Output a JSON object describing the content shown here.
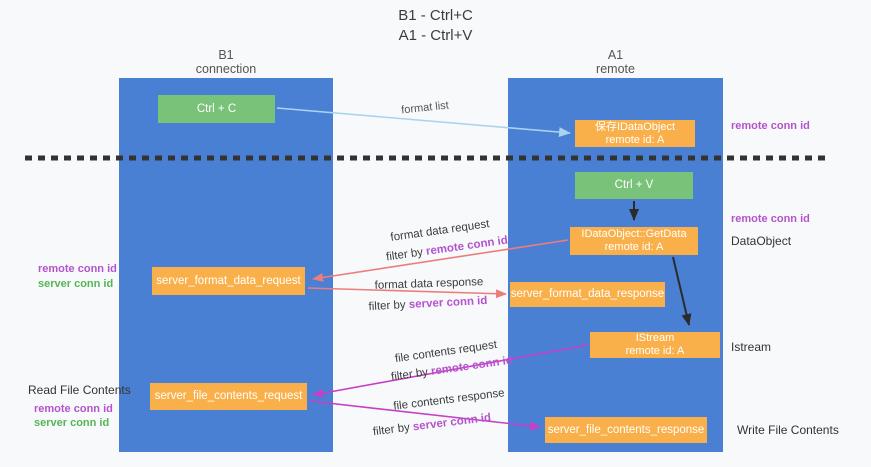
{
  "title": {
    "line1": "B1 - Ctrl+C",
    "line2": "A1 - Ctrl+V"
  },
  "lanes": {
    "b1": {
      "name": "B1",
      "role": "connection"
    },
    "a1": {
      "name": "A1",
      "role": "remote"
    }
  },
  "nodes": {
    "ctrl_c": {
      "label": "Ctrl + C"
    },
    "ctrl_v": {
      "label": "Ctrl + V"
    },
    "save_dataobject": {
      "line1": "保存IDataObject",
      "line2": "remote id: A"
    },
    "getdata": {
      "line1": "IDataObject::GetData",
      "line2": "remote id: A"
    },
    "istream": {
      "line1": "IStream",
      "line2": "remote id: A"
    },
    "server_format_data_request": {
      "label": "server_format_data_request"
    },
    "server_format_data_response": {
      "label": "server_format_data_response"
    },
    "server_file_contents_request": {
      "label": "server_file_contents_request"
    },
    "server_file_contents_response": {
      "label": "server_file_contents_response"
    }
  },
  "edges": {
    "format_list": {
      "label": "format list"
    },
    "format_data_request": {
      "label": "format data request",
      "filter_prefix": "filter by",
      "filter_key": "remote conn id"
    },
    "format_data_response": {
      "label": "format data response",
      "filter_prefix": "filter by",
      "filter_key": "server conn id"
    },
    "file_contents_request": {
      "label": "file contents request",
      "filter_prefix": "filter by",
      "filter_key": "remote conn id"
    },
    "file_contents_response": {
      "label": "file contents response",
      "filter_prefix": "filter by",
      "filter_key": "server conn id"
    }
  },
  "annotations": {
    "remote_conn_id": "remote conn id",
    "server_conn_id": "server conn id",
    "dataobject": "DataObject",
    "istream": "Istream",
    "read_file_contents": "Read File Contents",
    "write_file_contents": "Write File Contents"
  },
  "colors": {
    "lane_blue": "#4a80d3",
    "node_green": "#79c279",
    "node_orange": "#fab04a",
    "arrow_light_blue": "#a9d3ee",
    "arrow_red": "#ec7d7d",
    "arrow_magenta": "#c73ec7",
    "arrow_black": "#2b2b2b",
    "text_purple": "#b553cf",
    "text_green": "#55b555"
  }
}
